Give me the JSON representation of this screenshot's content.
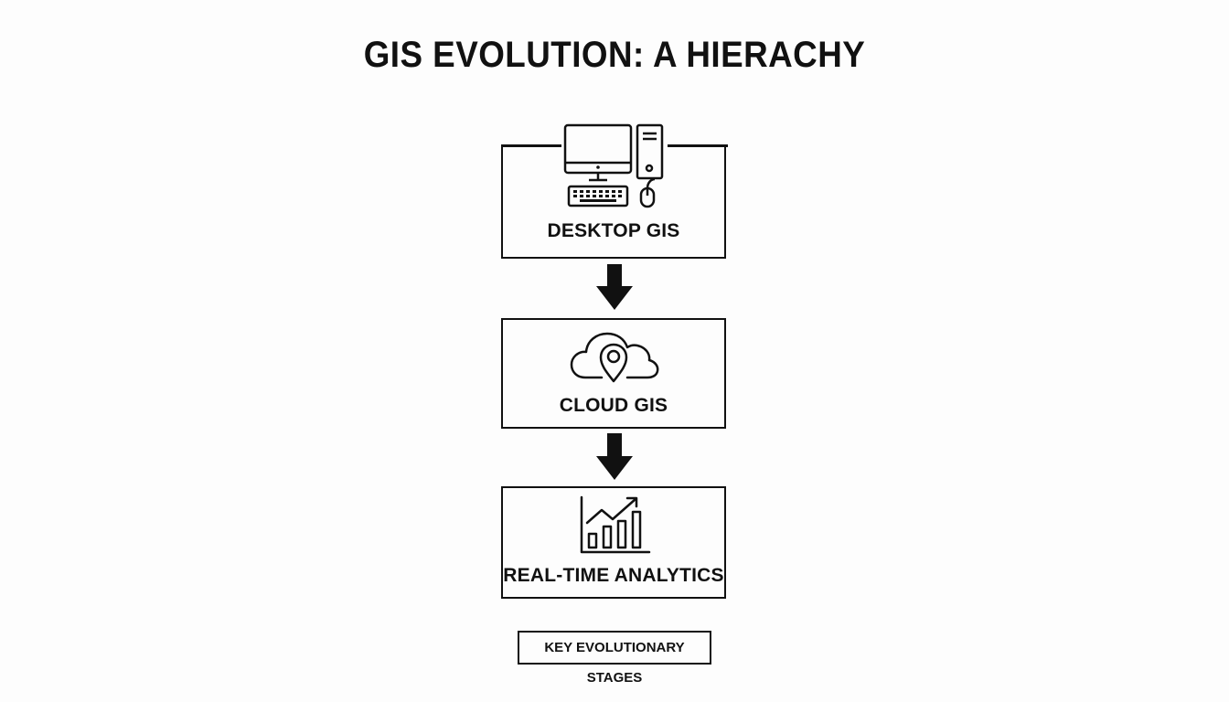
{
  "title": "GIS EVOLUTION: A HIERACHY",
  "stages": [
    {
      "label": "DESKTOP GIS",
      "icon": "desktop-computer-icon"
    },
    {
      "label": "CLOUD GIS",
      "icon": "cloud-location-icon"
    },
    {
      "label": "REAL-TIME ANALYTICS",
      "icon": "growth-chart-icon"
    }
  ],
  "legend": {
    "label": "KEY EVOLUTIONARY STAGES"
  },
  "colors": {
    "stroke": "#111111",
    "background": "#fdfdfd"
  }
}
